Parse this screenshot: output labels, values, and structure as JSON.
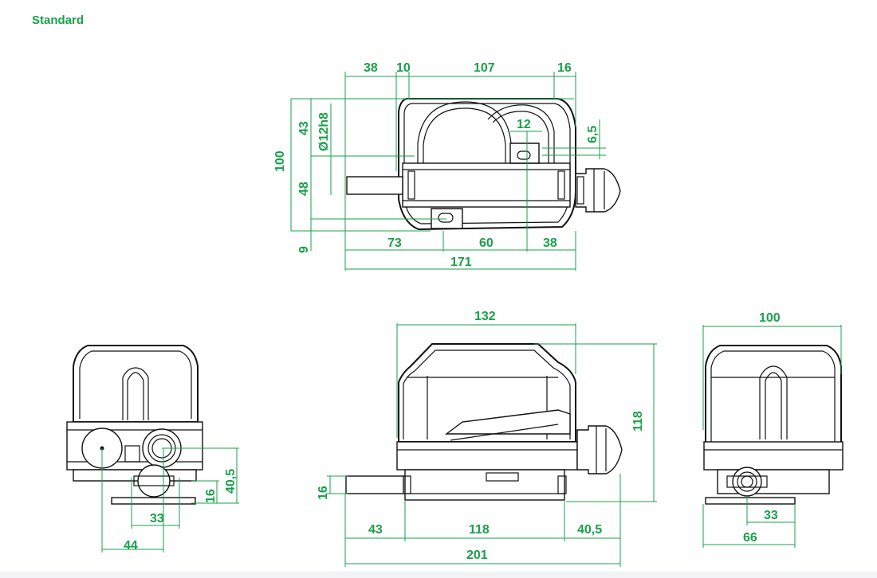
{
  "title": "Standard",
  "colors": {
    "dimension": "#1aa04a",
    "outline": "#111111",
    "background": "#ffffff"
  },
  "top_view": {
    "dims": {
      "d38_top": "38",
      "d10": "10",
      "d107": "107",
      "d16_top": "16",
      "d12": "12",
      "d6_5": "6,5",
      "d43": "43",
      "d_shaft": "Ø12h8",
      "d100": "100",
      "d48": "48",
      "d9": "9",
      "d73": "73",
      "d60": "60",
      "d38_bottom": "38",
      "d171": "171"
    }
  },
  "left_view": {
    "dims": {
      "d40_5": "40,5",
      "d16": "16",
      "d33": "33",
      "d44": "44"
    }
  },
  "front_view": {
    "dims": {
      "d132": "132",
      "d118_v": "118",
      "d16": "16",
      "d43": "43",
      "d118_h": "118",
      "d40_5": "40,5",
      "d201": "201"
    }
  },
  "right_view": {
    "dims": {
      "d100": "100",
      "d33": "33",
      "d66": "66"
    }
  }
}
